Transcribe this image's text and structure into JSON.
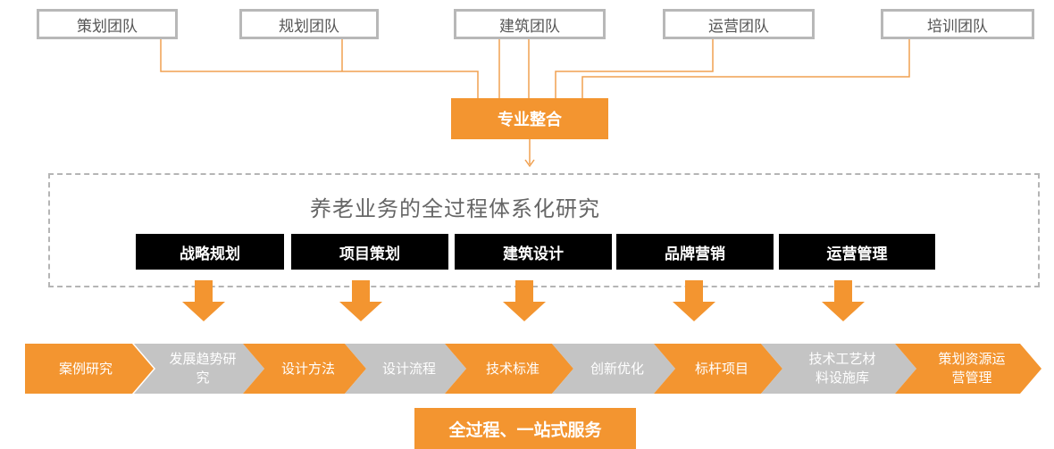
{
  "teams": [
    "策划团队",
    "规划团队",
    "建筑团队",
    "运营团队",
    "培训团队"
  ],
  "integration": "专业整合",
  "research_title": "养老业务的全过程体系化研究",
  "stages": [
    "战略规划",
    "项目策划",
    "建筑设计",
    "品牌营销",
    "运营管理"
  ],
  "chevrons": [
    {
      "text": "案例研究",
      "color": "orange"
    },
    {
      "text": "发展趋势研究",
      "color": "gray"
    },
    {
      "text": "设计方法",
      "color": "orange"
    },
    {
      "text": "设计流程",
      "color": "gray"
    },
    {
      "text": "技术标准",
      "color": "orange"
    },
    {
      "text": "创新优化",
      "color": "gray"
    },
    {
      "text": "标杆项目",
      "color": "orange"
    },
    {
      "text": "技术工艺材料设施库",
      "color": "gray"
    },
    {
      "text": "策划资源运营管理",
      "color": "orange"
    }
  ],
  "bottom_label": "全过程、一站式服务",
  "colors": {
    "orange": "#f39530",
    "gray": "#c4c4c4",
    "line": "#f0a050",
    "black": "#000000"
  }
}
